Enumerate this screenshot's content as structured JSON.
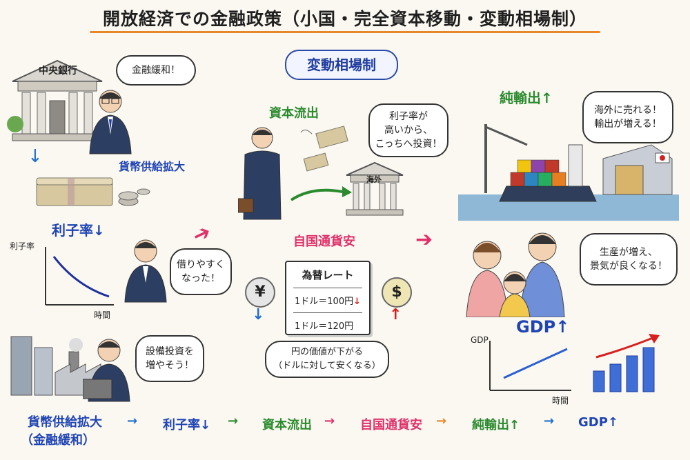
{
  "title": "開放経済での金融政策（小国・完全資本移動・変動相場制）",
  "regime_badge": "変動相場制",
  "central_bank": {
    "sign": "中央銀行",
    "speech": "金融緩和！",
    "label": "貨幣供給拡大"
  },
  "interest": {
    "label": "利子率↓",
    "graph_y": "利子率",
    "graph_x": "時間",
    "speech": "借りやすく\nなった！"
  },
  "invest": {
    "speech": "設備投資を\n増やそう！"
  },
  "capital": {
    "label": "資本流出",
    "speech": "利子率が\n高いから、\nこっちへ投資！",
    "building_sign": "海外"
  },
  "currency": {
    "label": "自国通貨安",
    "yen_symbol": "¥",
    "dollar_symbol": "$",
    "box_title": "為替レート",
    "rate_old": "1ドル＝100円",
    "rate_new": "1ドル＝120円",
    "old_arrow": "↓",
    "yen_arrow": "↓",
    "dollar_arrow": "↑",
    "note": "円の価値が下がる\n（ドルに対して安くなる）"
  },
  "net_exports": {
    "label": "純輸出↑",
    "speech": "海外に売れる！\n輸出が増える！"
  },
  "gdp": {
    "speech": "生産が増え、\n景気が良くなる！",
    "label": "GDP↑",
    "graph_y": "GDP",
    "graph_x": "時間"
  },
  "flow": {
    "step1": "貨幣供給拡大",
    "step1_sub": "（金融緩和）",
    "step2": "利子率↓",
    "step3": "資本流出",
    "step4": "自国通貨安",
    "step5": "純輸出↑",
    "step6": "GDP↑"
  },
  "colors": {
    "blue": "#1f44b4",
    "green": "#2b8a2e",
    "pink": "#e0316b",
    "orange": "#e8862a",
    "red": "#d62020"
  }
}
